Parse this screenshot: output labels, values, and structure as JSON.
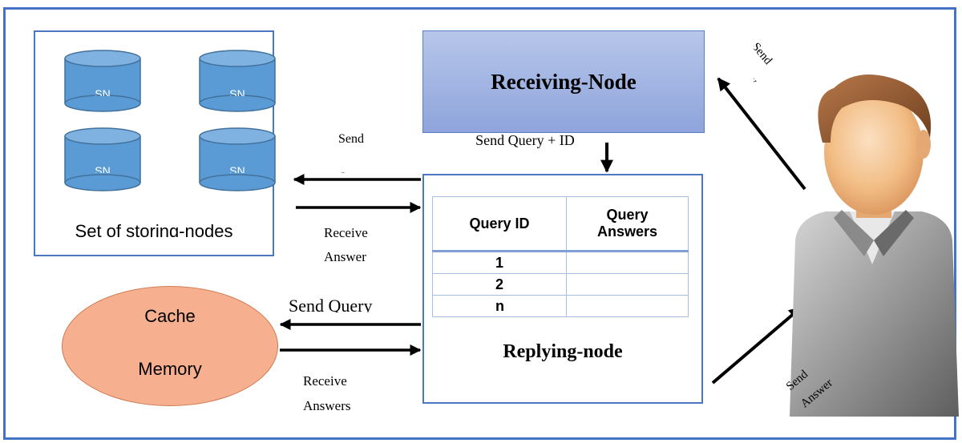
{
  "storing_nodes": {
    "label": "Set of storing-nodes",
    "node_labels": [
      "SN",
      "SN",
      "SN",
      "SN"
    ]
  },
  "receiving_node": {
    "label": "Receiving-Node"
  },
  "replying_node": {
    "label": "Replying-node",
    "table": {
      "headers": [
        "Query ID",
        "Query Answers"
      ],
      "rows": [
        [
          "1",
          ""
        ],
        [
          "2",
          ""
        ],
        [
          "n",
          ""
        ]
      ]
    }
  },
  "cache": {
    "line1": "Cache",
    "line2": "Memory"
  },
  "edges": {
    "rn_to_replying": "Send Query + ID",
    "replying_to_storing": "Send Query",
    "storing_to_replying": "Receive Answer",
    "replying_to_cache": "Send Query",
    "cache_to_replying": "Receive Answers",
    "user_to_rn": "Send Query",
    "replying_to_user": "Send Answer"
  },
  "colors": {
    "frame": "#4472c4",
    "storing_node_fill": "#5b9bd5",
    "receiving_node_fill": "#9fb3e3",
    "cache_fill": "#f6b08f"
  },
  "icons": {
    "user": "user-avatar-icon",
    "storage": "database-cylinder-icon"
  }
}
